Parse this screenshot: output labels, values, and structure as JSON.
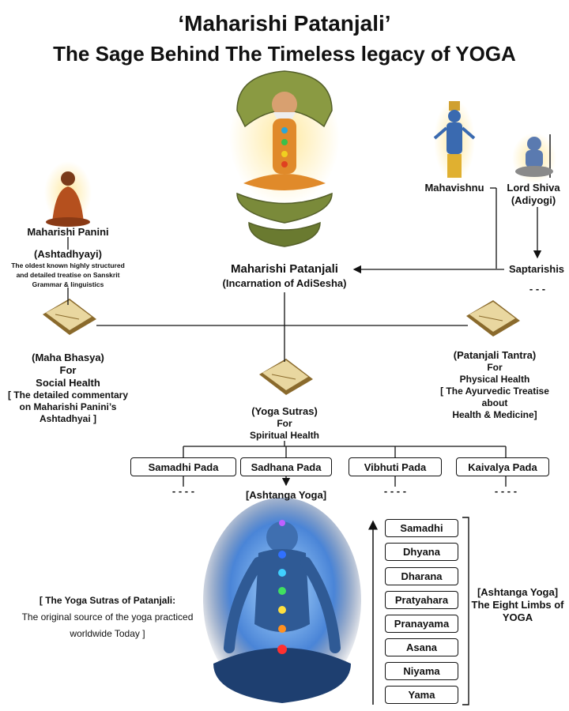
{
  "title": {
    "line1": "‘Maharishi Patanjali’",
    "line2": "The Sage Behind The Timeless legacy of YOGA"
  },
  "nodes": {
    "panini": {
      "name": "Maharishi Panini",
      "work": "(Ashtadhyayi)",
      "note_1": "The oldest known highly structured",
      "note_2": "and detailed treatise on Sanskrit",
      "note_3": "Grammar & linguistics"
    },
    "patanjali": {
      "name": "Maharishi Patanjali",
      "subtitle": "(Incarnation of AdiSesha)"
    },
    "mahavishnu": {
      "name": "Mahavishnu"
    },
    "shiva": {
      "name": "Lord Shiva",
      "subtitle": "(Adiyogi)"
    },
    "saptarishis": {
      "name": "Saptarishis",
      "continuation": "- - -"
    },
    "maha_bhasya": {
      "title": "(Maha Bhasya)",
      "for": "For",
      "purpose": "Social Health",
      "desc_1": "[ The detailed commentary",
      "desc_2": "on Maharishi Panini’s",
      "desc_3": "Ashtadhyai ]"
    },
    "yoga_sutras": {
      "title": "(Yoga Sutras)",
      "for": "For",
      "purpose": "Spiritual Health"
    },
    "patanjali_tantra": {
      "title": "(Patanjali Tantra)",
      "for": "For",
      "purpose": "Physical Health",
      "desc_1": "[ The Ayurvedic Treatise",
      "desc_2": "about",
      "desc_3": "Health & Medicine]"
    }
  },
  "padas": [
    {
      "label": "Samadhi Pada"
    },
    {
      "label": "Sadhana Pada"
    },
    {
      "label": "Vibhuti Pada"
    },
    {
      "label": "Kaivalya Pada"
    }
  ],
  "pada_continuation": "- - - -",
  "ashtanga_label": "[Ashtanga Yoga]",
  "limbs": [
    "Samadhi",
    "Dhyana",
    "Dharana",
    "Pratyahara",
    "Pranayama",
    "Asana",
    "Niyama",
    "Yama"
  ],
  "limbs_caption": {
    "line1": "[Ashtanga Yoga]",
    "line2": "The Eight Limbs of",
    "line3": "YOGA"
  },
  "quote": {
    "line1": "[ The Yoga Sutras of Patanjali:",
    "line2": "The original source of the yoga practiced",
    "line3": "worldwide Today ]"
  },
  "colors": {
    "book": "#8a6a2c",
    "book_pages": "#e9d7a0",
    "serpent": "#7a8a3a",
    "aura": "#2a6fd0"
  }
}
